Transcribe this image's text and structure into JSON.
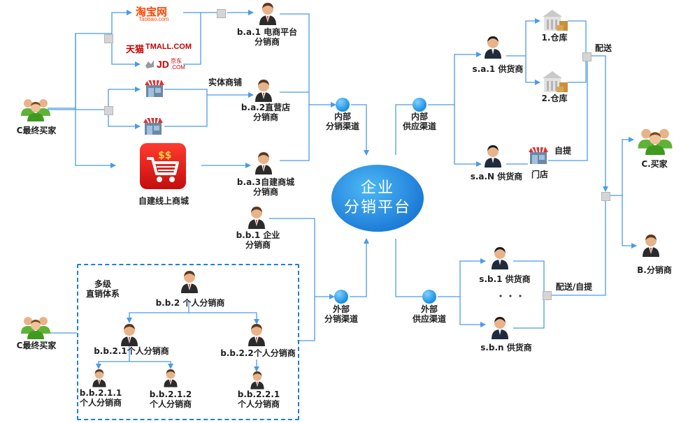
{
  "platform": {
    "line1": "企业",
    "line2": "分销平台"
  },
  "hubs": {
    "inner_dist": {
      "line1": "内部",
      "line2": "分销渠道"
    },
    "outer_dist": {
      "line1": "外部",
      "line2": "分销渠道"
    },
    "inner_supply": {
      "line1": "内部",
      "line2": "供应渠道"
    },
    "outer_supply": {
      "line1": "外部",
      "line2": "供应渠道"
    }
  },
  "buyers": {
    "top_left": "C最终买家",
    "bottom_left": "C最终买家",
    "right": "C.买家"
  },
  "b_distributor": "B.分销商",
  "logos": {
    "taobao_cn": "淘宝网",
    "taobao_en": "Taobao.com",
    "tmall_cn": "天猫",
    "tmall_en": "TMALL.COM",
    "jd_en": "JD",
    "jd_com": ".COM",
    "jd_cn": "京东"
  },
  "labels": {
    "physical_store": "实体商铺",
    "self_mall": "自建线上商城",
    "ba1_l1": "b.a.1 电商平台",
    "ba1_l2": "分销商",
    "ba2_l1": "b.a.2直营店",
    "ba2_l2": "分销商",
    "ba3_l1": "b.a.3自建商城",
    "ba3_l2": "分销商",
    "bb1_l1": "b.b.1 企业",
    "bb1_l2": "分销商",
    "direct_l1": "多级",
    "direct_l2": "直销体系",
    "bb2": "b.b.2 个人分销商",
    "bb21": "b.b.2.1个人分销商",
    "bb22": "b.b.2.2个人分销商",
    "bb211_l1": "b.b.2.1.1",
    "bb211_l2": "个人分销商",
    "bb212_l1": "b.b.2.1.2",
    "bb212_l2": "个人分销商",
    "bb221_l1": "b.b.2.2.1",
    "bb221_l2": "个人分销商",
    "sa1": "s.a.1 供货商",
    "saN": "s.a.N 供货商",
    "store": "门店",
    "wh1": "1.仓库",
    "wh2": "2.仓库",
    "delivery": "配送",
    "pickup": "自提",
    "sb1": "s.b.1 供货商",
    "dots": "。。。",
    "sbn": "s.b.n 供货商",
    "delivery_pickup": "配送/自提"
  },
  "colors": {
    "line": "#4a9be8",
    "hub": "#1a8fe0",
    "platform": "#1b79d6",
    "dashed": "#1e7fd8"
  }
}
